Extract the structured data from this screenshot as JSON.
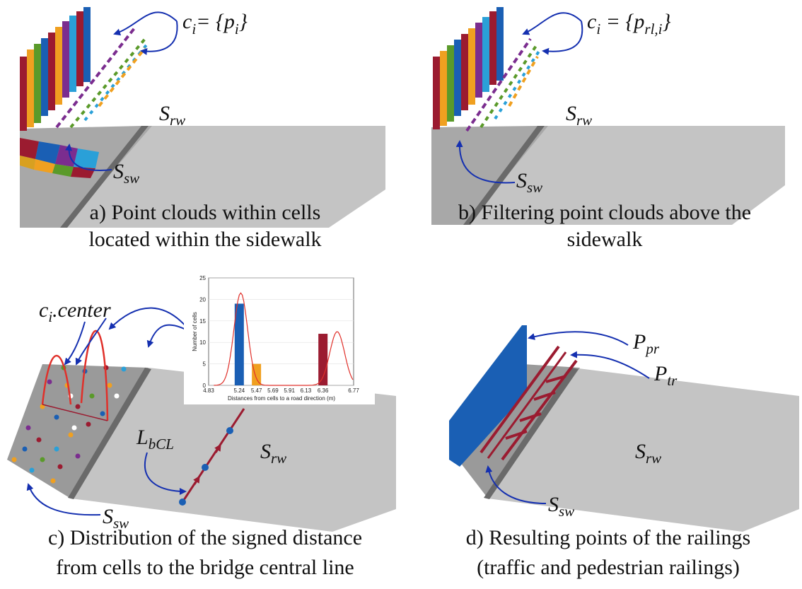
{
  "panels": {
    "a": {
      "caption_line1": "a) Point clouds within cells",
      "caption_line2": "located within the sidewalk",
      "label_ci_main": "c",
      "label_ci_sub": "i",
      "label_ci_eq": "= {p",
      "label_ci_sub2": "i",
      "label_ci_close": "}",
      "label_srw_main": "S",
      "label_srw_sub": "rw",
      "label_ssw_main": "S",
      "label_ssw_sub": "sw"
    },
    "b": {
      "caption_line1": "b) Filtering point clouds above the",
      "caption_line2": "sidewalk",
      "label_ci_main": "c",
      "label_ci_sub": "i",
      "label_ci_eq": " = {p",
      "label_ci_sub2": "rl,i",
      "label_ci_close": "}",
      "label_srw_main": "S",
      "label_srw_sub": "rw",
      "label_ssw_main": "S",
      "label_ssw_sub": "sw"
    },
    "c": {
      "caption_line1": "c) Distribution of the signed distance",
      "caption_line2": "from cells to the bridge central line",
      "label_center_main": "c",
      "label_center_sub": "i",
      "label_center_rest": ".center",
      "label_lbcl_main": "L",
      "label_lbcl_sub": "bCL",
      "label_srw_main": "S",
      "label_srw_sub": "rw",
      "label_ssw_main": "S",
      "label_ssw_sub": "sw"
    },
    "d": {
      "caption_line1": "d) Resulting points of the railings",
      "caption_line2": "(traffic and pedestrian railings)",
      "label_ppr_main": "P",
      "label_ppr_sub": "pr",
      "label_ptr_main": "P",
      "label_ptr_sub": "tr",
      "label_srw_main": "S",
      "label_srw_sub": "rw",
      "label_ssw_main": "S",
      "label_ssw_sub": "sw"
    }
  },
  "colors": {
    "pavement": "#c4c4c4",
    "sidewalk": "#9a9a9a",
    "arrow": "#1530b0",
    "pedestrian_railing": "#1a5fb4",
    "traffic_railing": "#9b1b30",
    "curve": "#e0302a"
  },
  "chart_data": {
    "type": "bar",
    "x_ticks": [
      "4.83",
      "5.24",
      "5.47",
      "5.69",
      "5.91",
      "6.13",
      "6.36",
      "6.77"
    ],
    "y_ticks": [
      "0",
      "5",
      "10",
      "15",
      "20",
      "25"
    ],
    "ylim": [
      0,
      25
    ],
    "xlabel": "Distances from cells to a road direction (m)",
    "ylabel": "Number of cells",
    "bars": [
      {
        "x": 5.24,
        "value": 19,
        "color": "#1a5fb4"
      },
      {
        "x": 5.47,
        "value": 5,
        "color": "#f0a020"
      },
      {
        "x": 6.36,
        "value": 12,
        "color": "#9b1b30"
      }
    ]
  }
}
